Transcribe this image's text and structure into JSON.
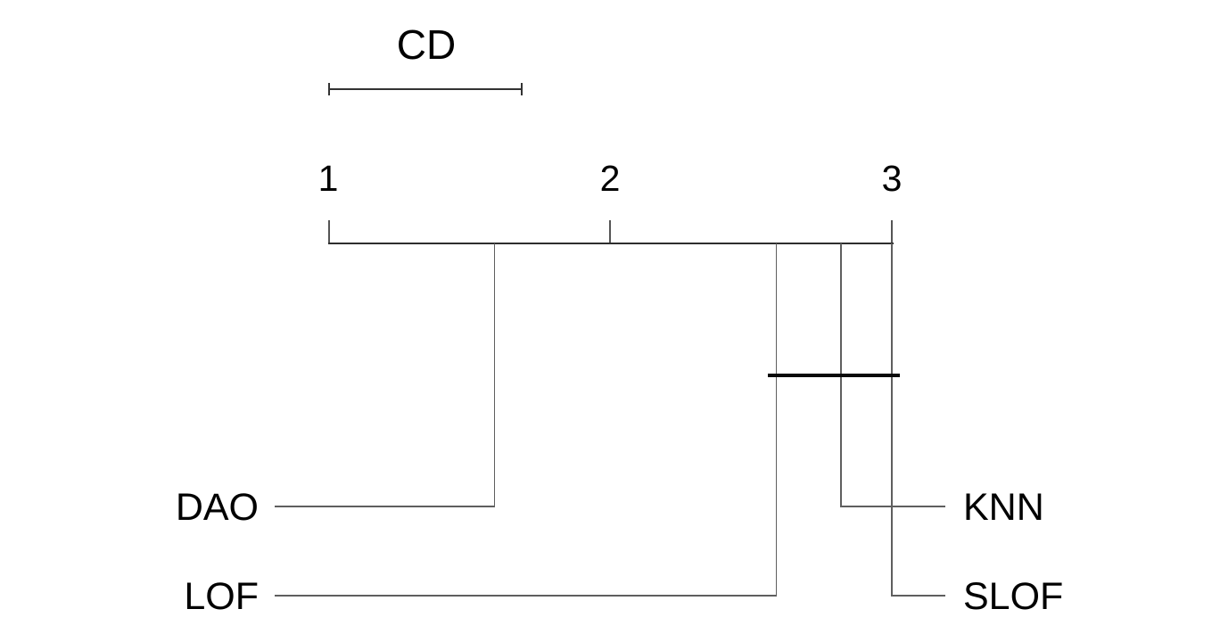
{
  "chart_data": {
    "type": "critical-difference-diagram",
    "title": "CD",
    "axis": {
      "min": 1,
      "max": 3,
      "tick_values": [
        1,
        2,
        3
      ],
      "tick_labels": [
        "1",
        "2",
        "3"
      ],
      "orientation": "horizontal",
      "better": "lower-rank-left"
    },
    "cd_value": 0.69,
    "methods": [
      {
        "name": "DAO",
        "avg_rank": 1.59,
        "side": "left"
      },
      {
        "name": "LOF",
        "avg_rank": 2.59,
        "side": "left"
      },
      {
        "name": "KNN",
        "avg_rank": 2.82,
        "side": "right"
      },
      {
        "name": "SLOF",
        "avg_rank": 3.0,
        "side": "right"
      }
    ],
    "cliques": [
      {
        "members": [
          "LOF",
          "KNN",
          "SLOF"
        ],
        "min_rank": 2.59,
        "max_rank": 3.0
      }
    ],
    "colors": {
      "background": "#ffffff",
      "text": "#000000",
      "axis": "#2e2e2e",
      "tick": "#555555",
      "connector": "#5f5f5f",
      "cd_bar": "#333333",
      "clique": "#0a0a0a"
    }
  }
}
